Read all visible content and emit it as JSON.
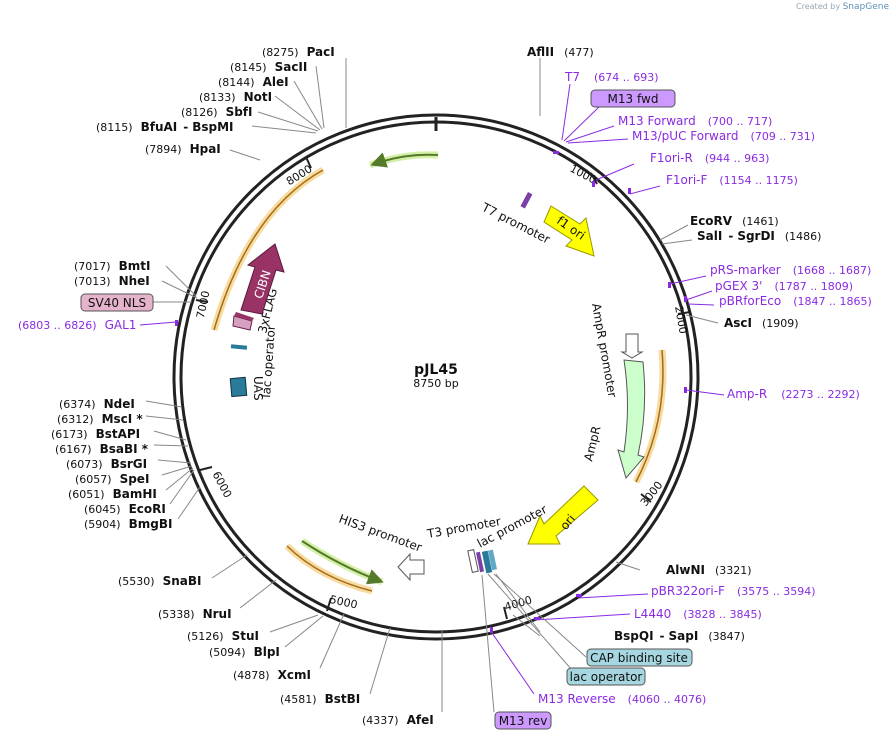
{
  "brand": {
    "created_by": "Created by",
    "name": "SnapGene"
  },
  "plasmid": {
    "name": "pJL45",
    "size": "8750 bp"
  },
  "ticks": [
    "1000",
    "2000",
    "3000",
    "4000",
    "5000",
    "6000",
    "7000",
    "8000"
  ],
  "right_sites": [
    {
      "name": "AflII",
      "pos": "(477)"
    },
    {
      "name": "EcoRV",
      "pos": "(1461)"
    },
    {
      "name": "SalI",
      "sep": "-",
      "name2": "SgrDI",
      "pos": "(1486)"
    },
    {
      "name": "AscI",
      "pos": "(1909)"
    },
    {
      "name": "AlwNI",
      "pos": "(3321)"
    },
    {
      "name": "BspQI",
      "sep": "-",
      "name2": "SapI",
      "pos": "(3847)"
    }
  ],
  "bottom_sites": [
    {
      "name": "AfeI",
      "pos": "(4337)"
    },
    {
      "name": "BstBI",
      "pos": "(4581)"
    },
    {
      "name": "XcmI",
      "pos": "(4878)"
    },
    {
      "name": "BlpI",
      "pos": "(5094)"
    },
    {
      "name": "StuI",
      "pos": "(5126)"
    },
    {
      "name": "NruI",
      "pos": "(5338)"
    },
    {
      "name": "SnaBI",
      "pos": "(5530)"
    }
  ],
  "left_sites": [
    {
      "name": "BmgBI",
      "pos": "(5904)"
    },
    {
      "name": "EcoRI",
      "pos": "(6045)"
    },
    {
      "name": "BamHI",
      "pos": "(6051)"
    },
    {
      "name": "SpeI",
      "pos": "(6057)"
    },
    {
      "name": "BsrGI",
      "pos": "(6073)"
    },
    {
      "name": "BsaBI *",
      "pos": "(6167)"
    },
    {
      "name": "BstAPI",
      "pos": "(6173)"
    },
    {
      "name": "MscI *",
      "pos": "(6312)"
    },
    {
      "name": "NdeI",
      "pos": "(6374)"
    },
    {
      "name": "NheI",
      "pos": "(7013)"
    },
    {
      "name": "BmtI",
      "pos": "(7017)"
    },
    {
      "name": "HpaI",
      "pos": "(7894)"
    },
    {
      "name": "BfuAI",
      "sep": "-",
      "name2": "BspMI",
      "pos": "(8115)"
    },
    {
      "name": "SbfI",
      "pos": "(8126)"
    },
    {
      "name": "NotI",
      "pos": "(8133)"
    },
    {
      "name": "AleI",
      "pos": "(8144)"
    },
    {
      "name": "SacII",
      "pos": "(8145)"
    },
    {
      "name": "PacI",
      "pos": "(8275)"
    }
  ],
  "primers": [
    {
      "name": "T7",
      "pos": "(674 .. 693)"
    },
    {
      "name": "M13 Forward",
      "pos": "(700 .. 717)"
    },
    {
      "name": "M13/pUC Forward",
      "pos": "(709 .. 731)"
    },
    {
      "name": "F1ori-R",
      "pos": "(944 .. 963)"
    },
    {
      "name": "F1ori-F",
      "pos": "(1154 .. 1175)"
    },
    {
      "name": "pRS-marker",
      "pos": "(1668 .. 1687)"
    },
    {
      "name": "pGEX 3'",
      "pos": "(1787 .. 1809)"
    },
    {
      "name": "pBRforEco",
      "pos": "(1847 .. 1865)"
    },
    {
      "name": "Amp-R",
      "pos": "(2273 .. 2292)"
    },
    {
      "name": "pBR322ori-F",
      "pos": "(3575 .. 3594)"
    },
    {
      "name": "L4440",
      "pos": "(3828 .. 3845)"
    },
    {
      "name": "M13 Reverse",
      "pos": "(4060 .. 4076)"
    },
    {
      "name": "GAL1",
      "pos": "(6803 .. 6826)"
    }
  ],
  "boxed_labels": {
    "m13_fwd": "M13 fwd",
    "cap_site": "CAP binding site",
    "lac_operator": "lac operator",
    "m13_rev": "M13 rev",
    "sv40_nls": "SV40 NLS"
  },
  "features": {
    "t7_promoter": "T7 promoter",
    "f1_ori": "f1 ori",
    "ampr_promoter": "AmpR promoter",
    "ampr": "AmpR",
    "ori": "ori",
    "lac_promoter": "lac promoter",
    "t3_promoter": "T3 promoter",
    "his3_promoter": "HIS3 promoter",
    "uas": "UAS",
    "lac_operator": "lac operator",
    "flag": "3xFLAG",
    "cibn": "CIBN"
  },
  "colors": {
    "primer": "#8a2be2",
    "f1_ori": "#ffff00",
    "ampr": "#ccffcc",
    "cibn": "#993366",
    "uas": "#2a7a9a",
    "cap_box": "#a6d6e0",
    "m13_box": "#cc99ff",
    "nls_box": "#e6b3cc",
    "orange": "#f0c070",
    "green_arc": "#66aa33"
  }
}
